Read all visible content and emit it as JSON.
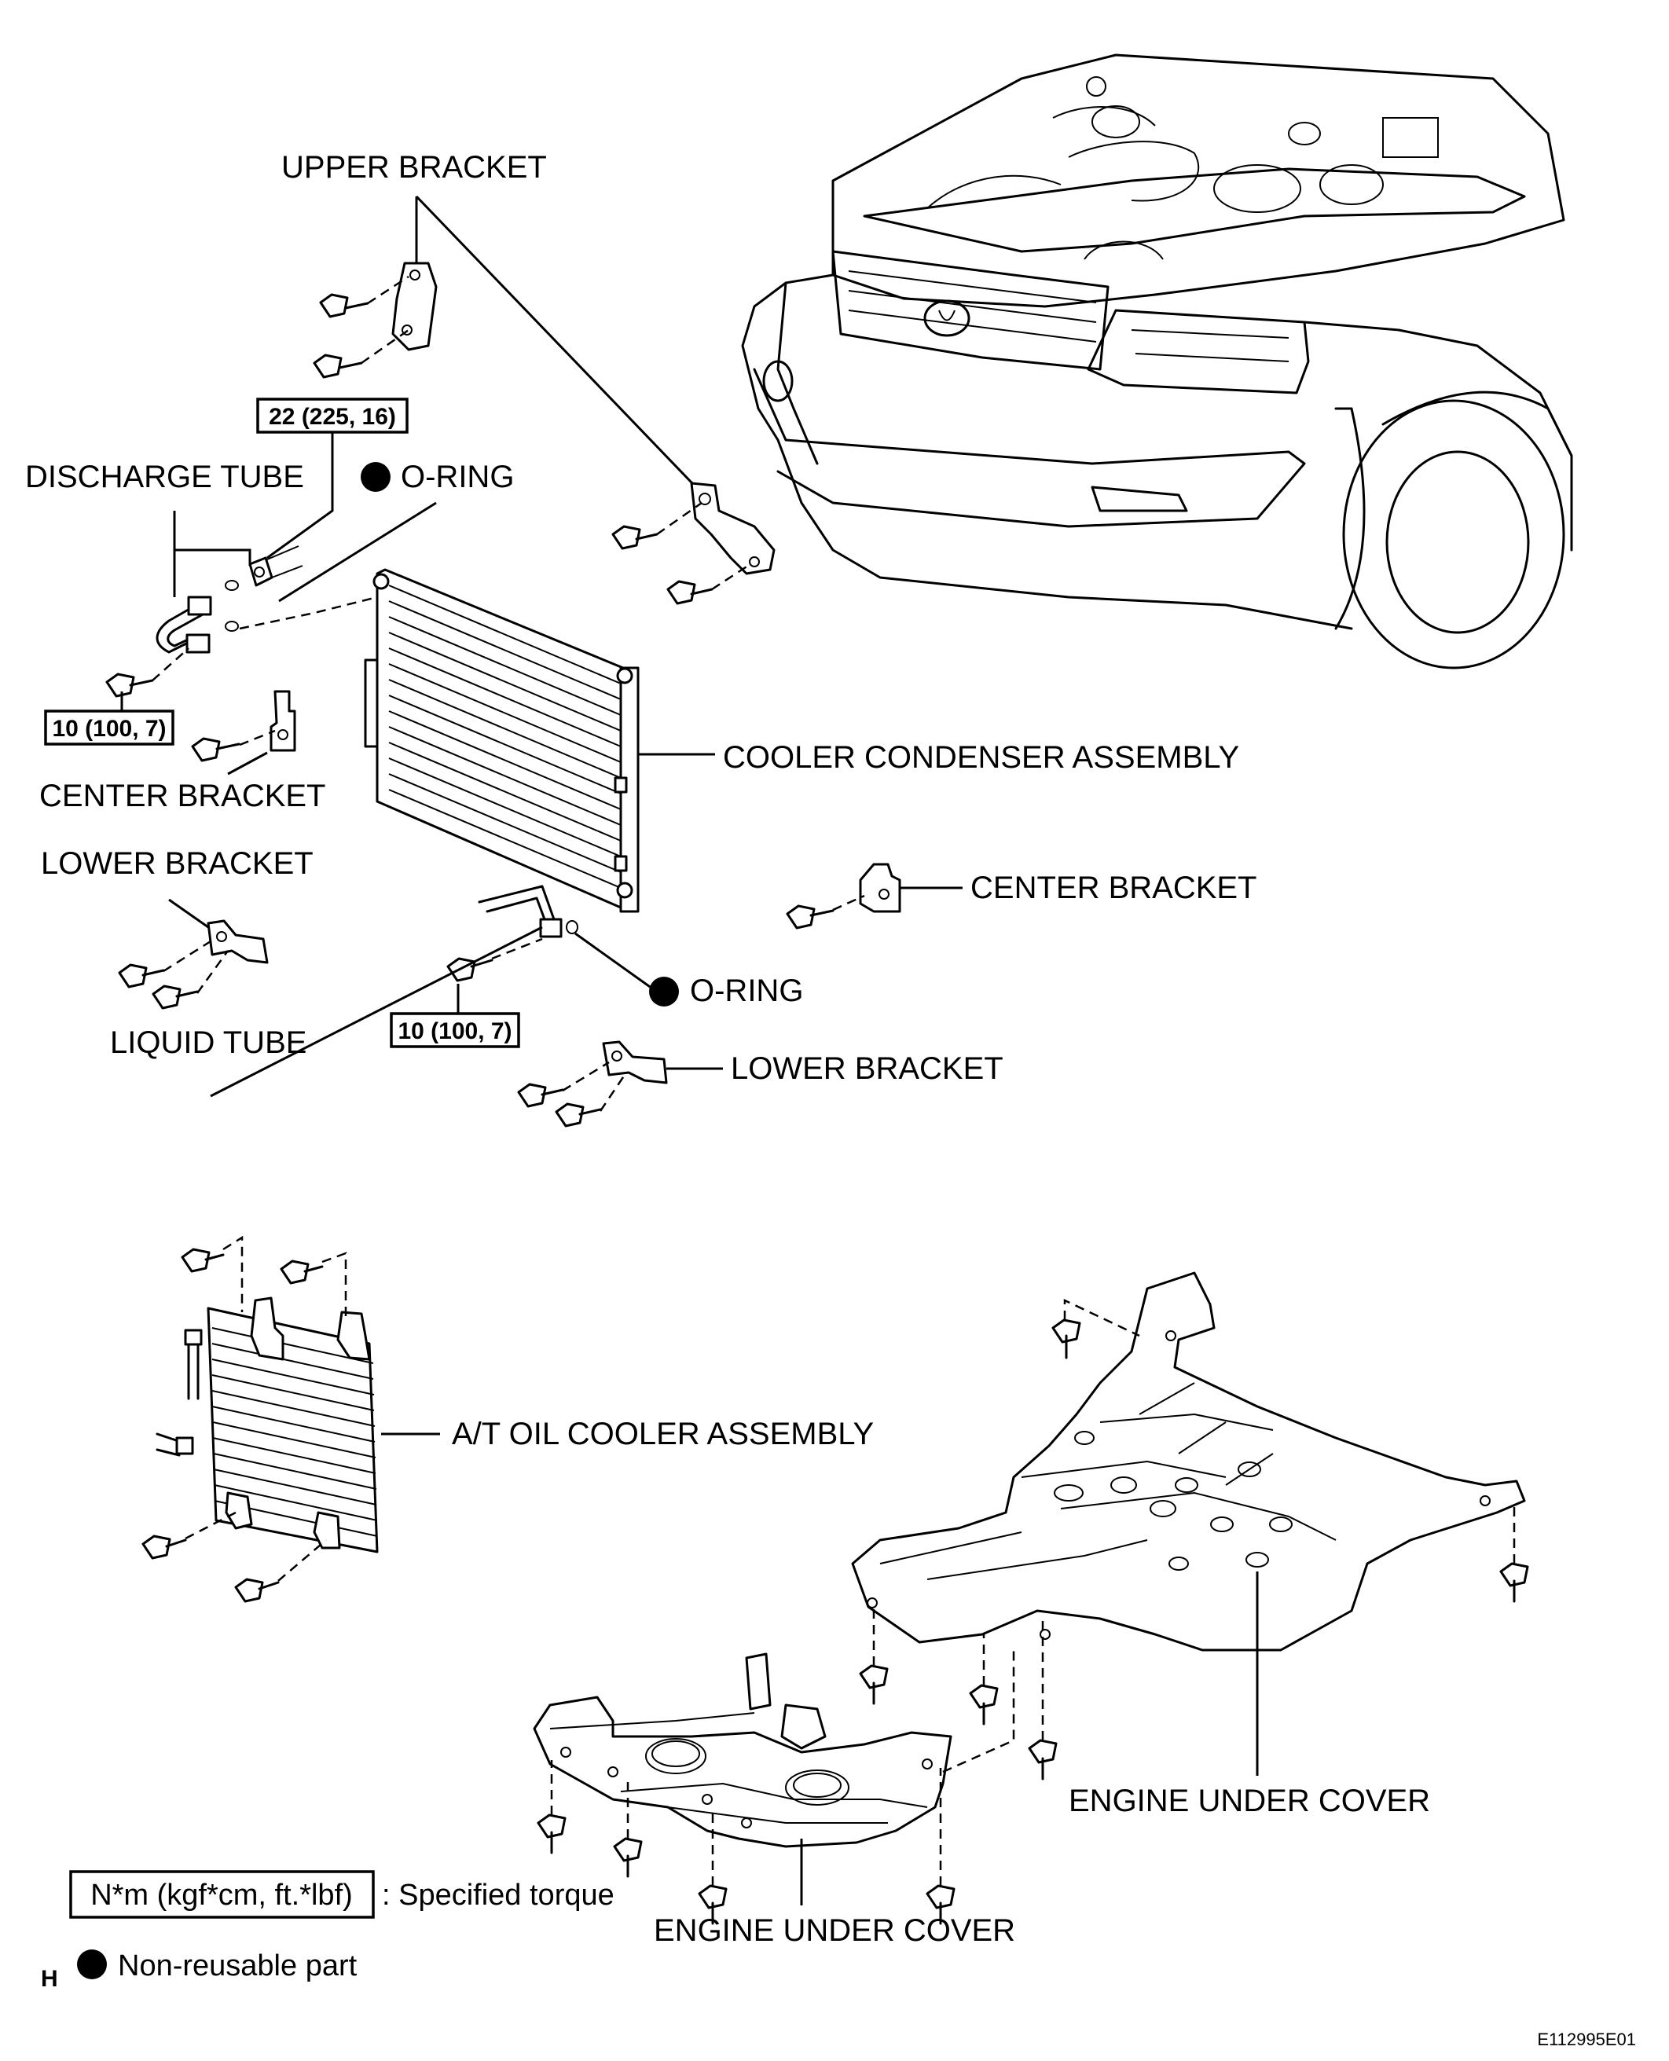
{
  "labels": {
    "upper_bracket": "UPPER BRACKET",
    "discharge_tube": "DISCHARGE TUBE",
    "o_ring": "O-RING",
    "center_bracket": "CENTER BRACKET",
    "lower_bracket": "LOWER BRACKET",
    "liquid_tube": "LIQUID TUBE",
    "cooler_condenser_assembly": "COOLER CONDENSER ASSEMBLY",
    "at_oil_cooler_assembly": "A/T OIL COOLER ASSEMBLY",
    "engine_under_cover": "ENGINE UNDER COVER"
  },
  "torques": {
    "discharge_tube_nut": "22 (225, 16)",
    "discharge_tube_bolt": "10 (100, 7)",
    "liquid_tube_bolt": "10 (100, 7)"
  },
  "legend": {
    "torque_unit": "N*m (kgf*cm, ft.*lbf)",
    "torque_desc": ": Specified torque",
    "non_reusable_marker": "H",
    "non_reusable_desc": "Non-reusable part"
  },
  "figure_id": "E112995E01",
  "colors": {
    "line": "#000000",
    "background": "#ffffff"
  }
}
